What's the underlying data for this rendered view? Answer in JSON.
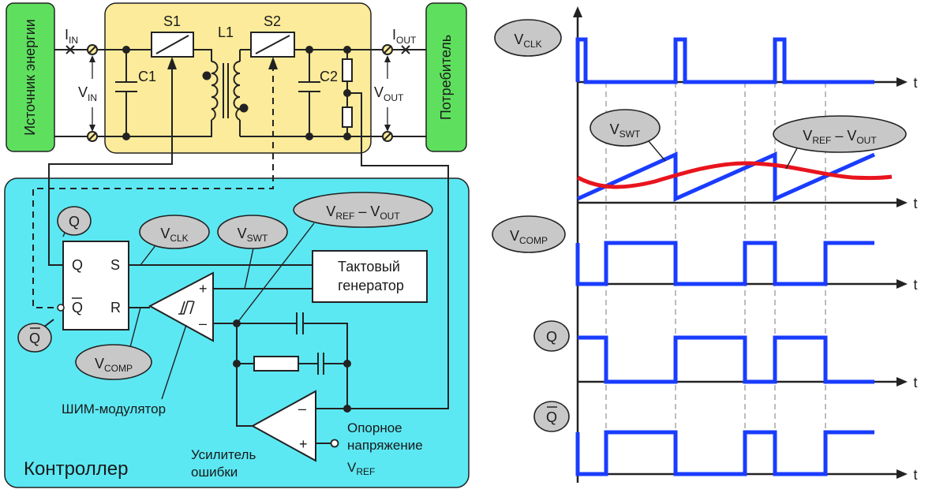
{
  "source_label": "Источник энергии",
  "load_label": "Потребитель",
  "controller_label": "Контроллер",
  "components": {
    "s1": "S1",
    "s2": "S2",
    "l1": "L1",
    "c1": "C1",
    "c2": "C2",
    "i_in": {
      "main": "I",
      "sub": "IN"
    },
    "v_in": {
      "main": "V",
      "sub": "IN"
    },
    "i_out": {
      "main": "I",
      "sub": "OUT"
    },
    "v_out": {
      "main": "V",
      "sub": "OUT"
    }
  },
  "flipflop": {
    "q": "Q",
    "s": "S",
    "qbar": "Q",
    "r": "R"
  },
  "clock_generator": [
    "Тактовый",
    "генератор"
  ],
  "pwm_modulator_label": "ШИМ-модулятор",
  "error_amp_label": [
    "Усилитель",
    "ошибки"
  ],
  "reference_label": [
    "Опорное",
    "напряжение"
  ],
  "vref": {
    "main": "V",
    "sub": "REF"
  },
  "plus_sign": "+",
  "minus_sign": "–",
  "bubbles": {
    "q": "Q",
    "qbar": "Q",
    "vclk": {
      "main": "V",
      "sub": "CLK"
    },
    "vswt": {
      "main": "V",
      "sub": "SWT"
    },
    "vcomp": {
      "main": "V",
      "sub": "COMP"
    },
    "verr": {
      "main1": "V",
      "sub1": "REF",
      "dash": " – V",
      "sub2": "OUT"
    }
  },
  "timing": {
    "time_axis_label": "t",
    "traces": [
      {
        "name": "V_CLK",
        "color": "#1a3cff"
      },
      {
        "name": "V_SWT",
        "color": "#1a3cff"
      },
      {
        "name": "V_REF – V_OUT",
        "color": "#e8141e"
      },
      {
        "name": "V_COMP",
        "color": "#1a3cff"
      },
      {
        "name": "Q",
        "color": "#1a3cff"
      },
      {
        "name": "Q̄",
        "color": "#1a3cff"
      }
    ]
  },
  "colors": {
    "power_stage_bg": "#fbeb9a",
    "controller_bg": "#5ce8f3",
    "terminal_bg": "#5ee05e",
    "signal_blue": "#1a3cff",
    "signal_red": "#e8141e"
  }
}
